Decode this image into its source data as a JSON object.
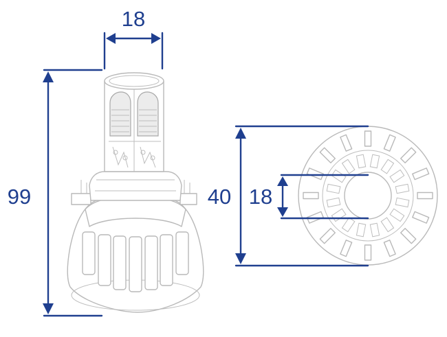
{
  "dimensions": {
    "top_width": "18",
    "total_height": "99",
    "base_diameter": "40",
    "center_hole": "18"
  },
  "colors": {
    "dimension_lines": "#1f3f8f",
    "part_outline": "#b9b9b9"
  }
}
